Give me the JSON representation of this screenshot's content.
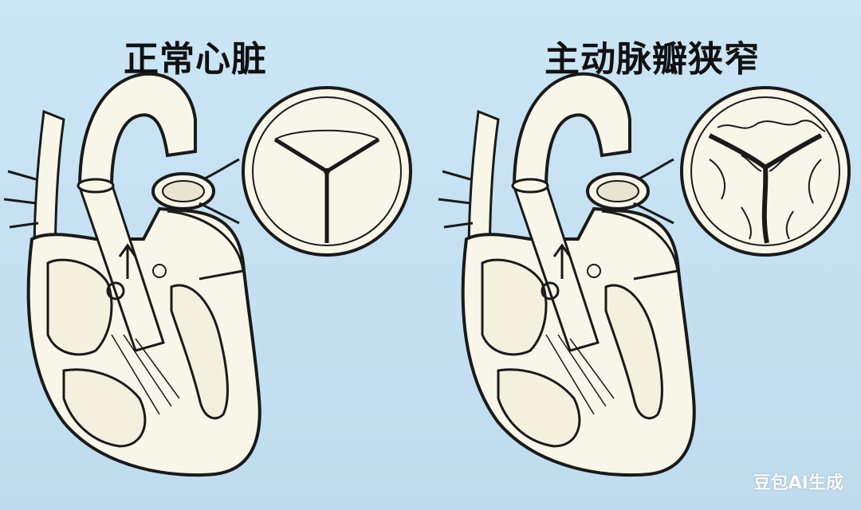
{
  "titles": {
    "normal": "正常心脏",
    "stenosis": "主动脉瓣狭窄"
  },
  "watermark": "豆包AI生成",
  "colors": {
    "background": "#c4e0f1",
    "fill": "#f8f6e8",
    "stroke": "#1a1a1a"
  }
}
